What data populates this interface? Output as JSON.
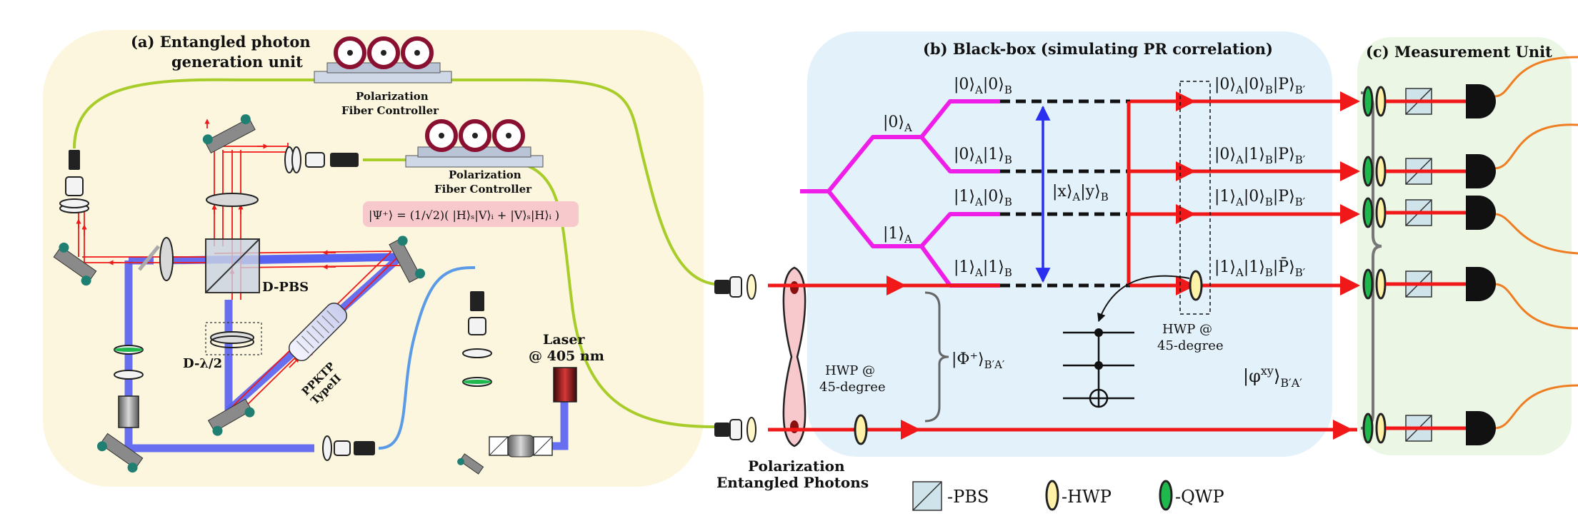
{
  "panels": {
    "a": {
      "title_line1": "(a) Entangled photon",
      "title_line2": "generation  unit"
    },
    "b": {
      "title": "(b) Black-box  (simulating PR correlation)"
    },
    "c": {
      "title": "(c) Measurement Unit"
    }
  },
  "components": {
    "fiber_controller_1": {
      "line1": "Polarization",
      "line2": "Fiber Controller"
    },
    "fiber_controller_2": {
      "line1": "Polarization",
      "line2": "Fiber Controller"
    },
    "dpbs": "D-PBS",
    "dhwp": "D-λ/2",
    "ppktp_line1": "PPKTP",
    "ppktp_line2": "TypeII",
    "laser_line1": "Laser",
    "laser_line2": "@ 405 nm",
    "entangled_line1": "Polarization",
    "entangled_line2": "Entangled Photons",
    "hwp_lower_line1": "HWP @",
    "hwp_lower_line2": "45-degree",
    "hwp_upper_line1": "HWP @",
    "hwp_upper_line2": "45-degree"
  },
  "equations": {
    "psi_plus": "|Ψ⁺⟩ = (1/√2)( |H⟩ₛ|V⟩ᵢ + |V⟩ₛ|H⟩ᵢ )",
    "phi_plus": "|Φ⁺⟩",
    "phi_plus_sub": "B′A′",
    "xy": "|x⟩",
    "xy_sub_a": "A",
    "xy_mid": "|y⟩",
    "xy_sub_b": "B",
    "phi_xy": "|φ",
    "phi_xy_sup": "xy",
    "phi_xy_close": "⟩",
    "phi_xy_sub": "B′A′"
  },
  "states": {
    "zero_a": "|0⟩",
    "one_a": "|1⟩",
    "s00": {
      "a": "|0⟩",
      "b": "|0⟩"
    },
    "s01": {
      "a": "|0⟩",
      "b": "|1⟩"
    },
    "s10": {
      "a": "|1⟩",
      "b": "|0⟩"
    },
    "s11": {
      "a": "|1⟩",
      "b": "|1⟩"
    }
  },
  "outputs": [
    {
      "a": "|0⟩",
      "b": "|0⟩",
      "p": "|P⟩"
    },
    {
      "a": "|0⟩",
      "b": "|1⟩",
      "p": "|P⟩"
    },
    {
      "a": "|1⟩",
      "b": "|0⟩",
      "p": "|P⟩"
    },
    {
      "a": "|1⟩",
      "b": "|1⟩",
      "p": "|P̄⟩"
    }
  ],
  "legend": [
    {
      "icon": "pbs-icon",
      "label": "-PBS"
    },
    {
      "icon": "hwp-icon",
      "label": "-HWP"
    },
    {
      "icon": "qwp-icon",
      "label": "-QWP"
    }
  ],
  "colors": {
    "panel_a_bg": "#fbf6dd",
    "panel_b_bg": "#e3f1fa",
    "panel_c_bg": "#ebf6e4",
    "pump_blue": "#5661f2",
    "beam_red": "#f01818",
    "magenta": "#ee1ee8",
    "fiber_green": "#a8cc2a",
    "fiber_blue": "#5a9ae6",
    "fiber_orange": "#ef7d22",
    "arrow_blue": "#2a2ef0",
    "psi_box_bg": "#f7c9cd"
  }
}
